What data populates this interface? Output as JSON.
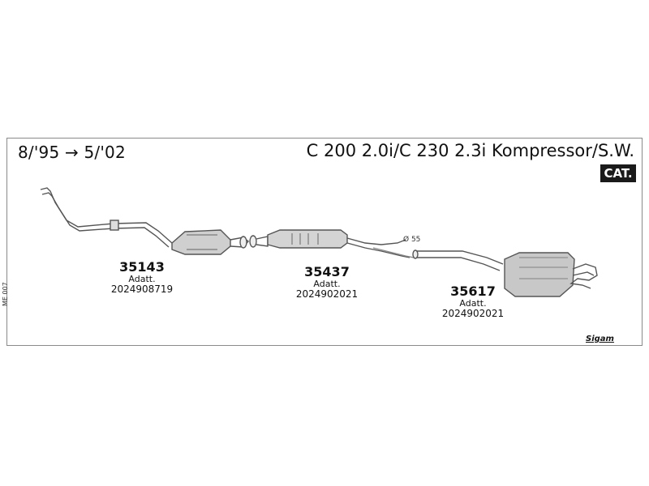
{
  "header": {
    "date_range": "8/'95 → 5/'02",
    "model": "C 200 2.0i/C 230 2.3i Kompressor/S.W.",
    "badge": "CAT."
  },
  "parts": [
    {
      "number": "35143",
      "adatt_label": "Adatt.",
      "oem_code": "2024908719"
    },
    {
      "number": "35437",
      "adatt_label": "Adatt.",
      "oem_code": "2024902021"
    },
    {
      "number": "35617",
      "adatt_label": "Adatt.",
      "oem_code": "2024902021"
    }
  ],
  "diameter_label": "Ø 55",
  "side_code": "ME 007",
  "brand": "Sigam"
}
